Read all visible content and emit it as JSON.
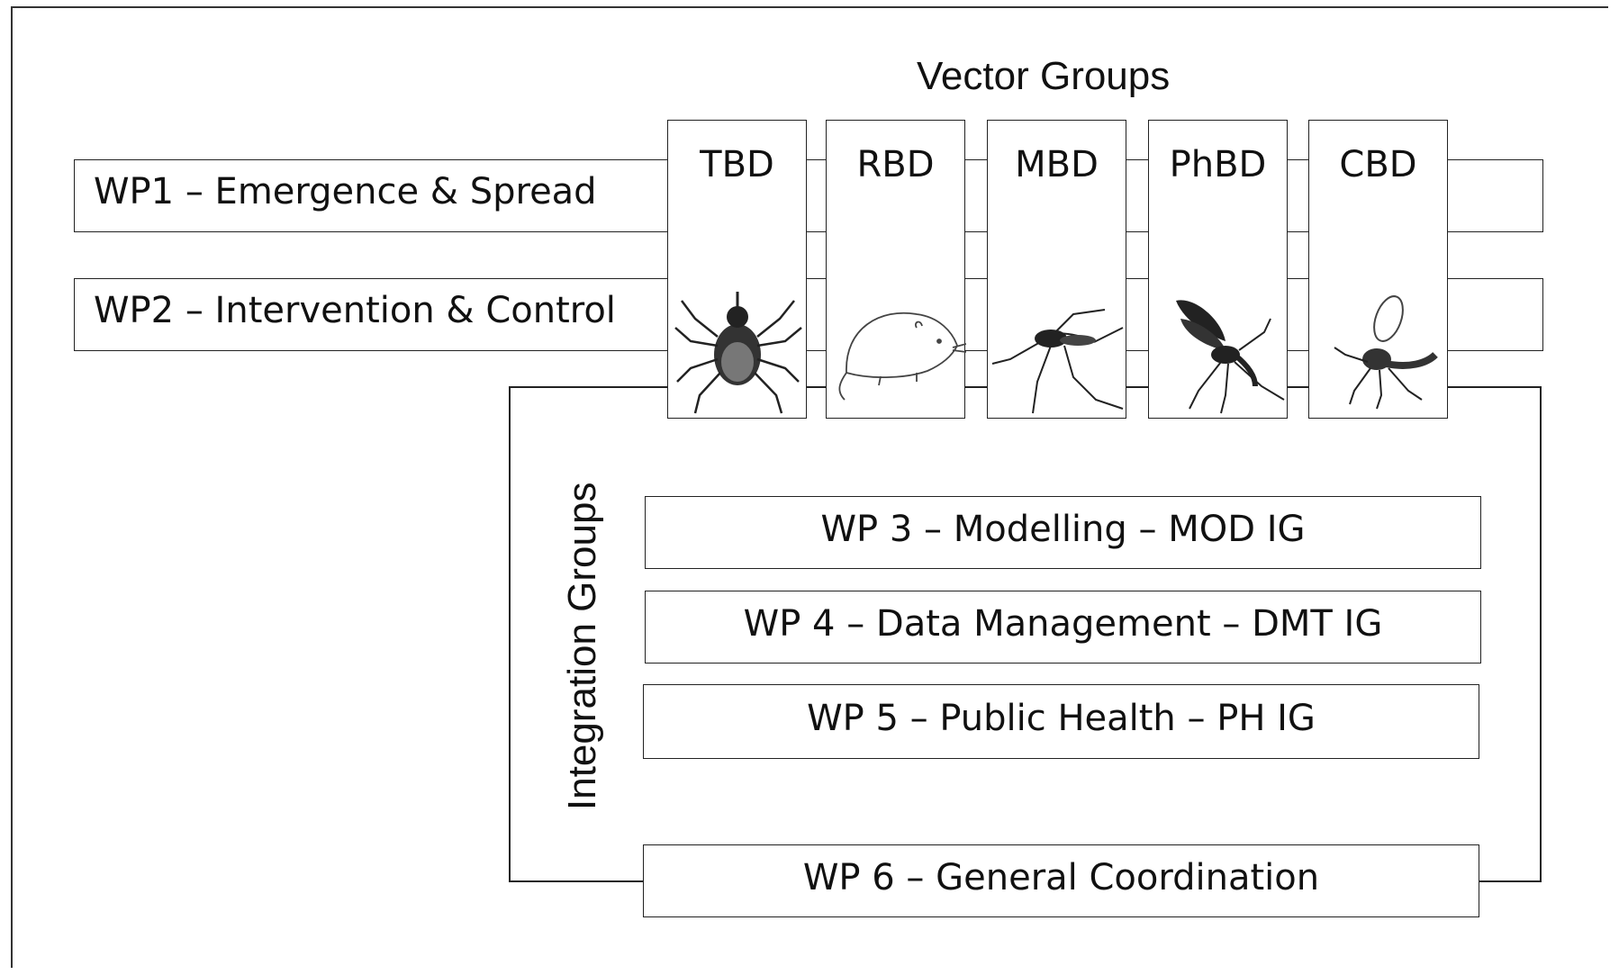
{
  "vector_groups_title": "Vector Groups",
  "integration_groups_title": "Integration Groups",
  "work_packages_left": [
    {
      "label": "WP1 – Emergence & Spread"
    },
    {
      "label": "WP2 – Intervention & Control"
    }
  ],
  "vector_columns": [
    {
      "label": "TBD",
      "icon": "tick-icon"
    },
    {
      "label": "RBD",
      "icon": "rodent-icon"
    },
    {
      "label": "MBD",
      "icon": "mosquito-icon"
    },
    {
      "label": "PhBD",
      "icon": "sandfly-icon"
    },
    {
      "label": "CBD",
      "icon": "midge-icon"
    }
  ],
  "integration_packages": [
    {
      "label": "WP 3 – Modelling – MOD IG"
    },
    {
      "label": "WP 4 – Data Management – DMT IG"
    },
    {
      "label": "WP 5 – Public Health – PH IG"
    }
  ],
  "coordination_package": {
    "label": "WP 6 – General Coordination"
  }
}
